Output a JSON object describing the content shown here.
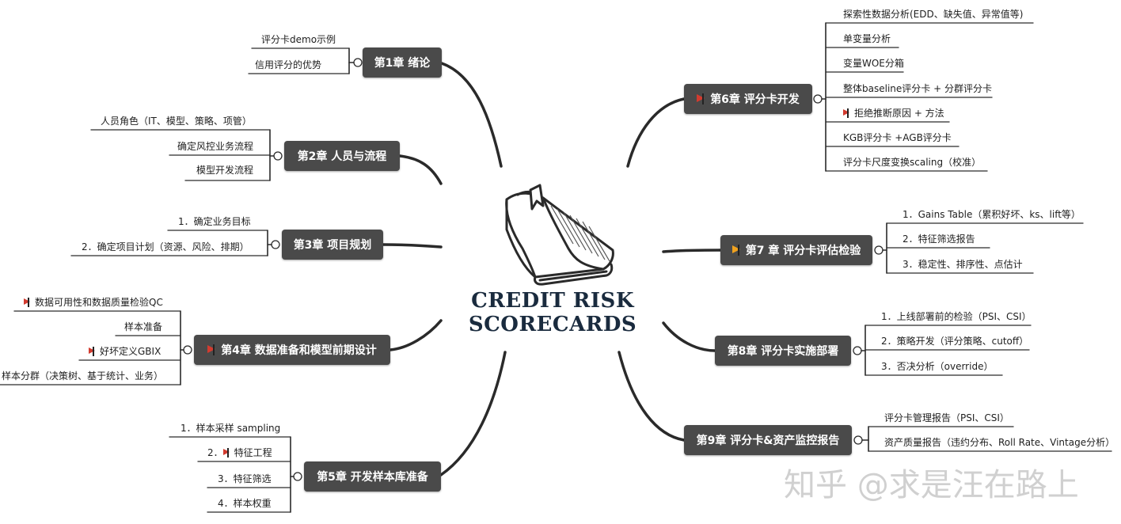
{
  "center": {
    "title_line1": "CREDIT RISK",
    "title_line2": "SCORECARDS",
    "icon": "book-icon"
  },
  "chapters": [
    {
      "id": "ch1",
      "title": "第1章 绪论",
      "flag": "",
      "side": "left",
      "items": [
        {
          "text": "评分卡demo示例"
        },
        {
          "text": "信用评分的优势"
        }
      ]
    },
    {
      "id": "ch2",
      "title": "第2章 人员与流程",
      "flag": "",
      "side": "left",
      "items": [
        {
          "text": "人员角色（IT、模型、策略、项管）"
        },
        {
          "text": "确定风控业务流程"
        },
        {
          "text": "模型开发流程"
        }
      ]
    },
    {
      "id": "ch3",
      "title": "第3章 项目规划",
      "flag": "",
      "side": "left",
      "items": [
        {
          "text": "1．确定业务目标"
        },
        {
          "text": "2．确定项目计划（资源、风险、排期）"
        }
      ]
    },
    {
      "id": "ch4",
      "title": "第4章 数据准备和模型前期设计",
      "flag": "red",
      "side": "left",
      "items": [
        {
          "text": "数据可用性和数据质量检验QC",
          "flag": "red"
        },
        {
          "text": "样本准备"
        },
        {
          "text": "好坏定义GBIX",
          "flag": "red"
        },
        {
          "text": "样本分群（决策树、基于统计、业务）"
        }
      ]
    },
    {
      "id": "ch5",
      "title": "第5章 开发样本库准备",
      "flag": "",
      "side": "left",
      "items": [
        {
          "text": "1．样本采样 sampling"
        },
        {
          "prefix": "2．",
          "text": "特征工程",
          "flag": "red"
        },
        {
          "text": "3．特征筛选"
        },
        {
          "text": "4．样本权重"
        }
      ]
    },
    {
      "id": "ch6",
      "title": "第6章 评分卡开发",
      "flag": "red",
      "side": "right",
      "items": [
        {
          "text": "探索性数据分析(EDD、缺失值、异常值等)"
        },
        {
          "text": "单变量分析"
        },
        {
          "text": "变量WOE分箱"
        },
        {
          "text": "整体baseline评分卡 + 分群评分卡"
        },
        {
          "text": "拒绝推断原因 + 方法",
          "flag": "red"
        },
        {
          "text": "KGB评分卡 +AGB评分卡"
        },
        {
          "text": "评分卡尺度变换scaling（校准）"
        }
      ]
    },
    {
      "id": "ch7",
      "title": "第7 章 评分卡评估检验",
      "flag": "orange",
      "side": "right",
      "items": [
        {
          "text": "1．Gains Table（累积好坏、ks、lift等）"
        },
        {
          "text": "2．特征筛选报告"
        },
        {
          "text": "3．稳定性、排序性、点估计"
        }
      ]
    },
    {
      "id": "ch8",
      "title": "第8章 评分卡实施部署",
      "flag": "",
      "side": "right",
      "items": [
        {
          "text": "1．上线部署前的检验（PSI、CSI）"
        },
        {
          "text": "2．策略开发（评分策略、cutoff）"
        },
        {
          "text": "3．否决分析（override）"
        }
      ]
    },
    {
      "id": "ch9",
      "title": "第9章 评分卡&资产监控报告",
      "flag": "",
      "side": "right",
      "items": [
        {
          "text": "评分卡管理报告（PSI、CSI）"
        },
        {
          "text": "资产质量报告（违约分布、Roll Rate、Vintage分析）"
        }
      ]
    }
  ],
  "watermark": "知乎 @求是汪在路上",
  "colors": {
    "node_bg": "#4a4a4a",
    "node_text": "#ffffff",
    "line": "#2a2a2a",
    "title": "#1a2b3e",
    "flag_red": "#d23b2f",
    "flag_orange": "#f0a21f"
  }
}
